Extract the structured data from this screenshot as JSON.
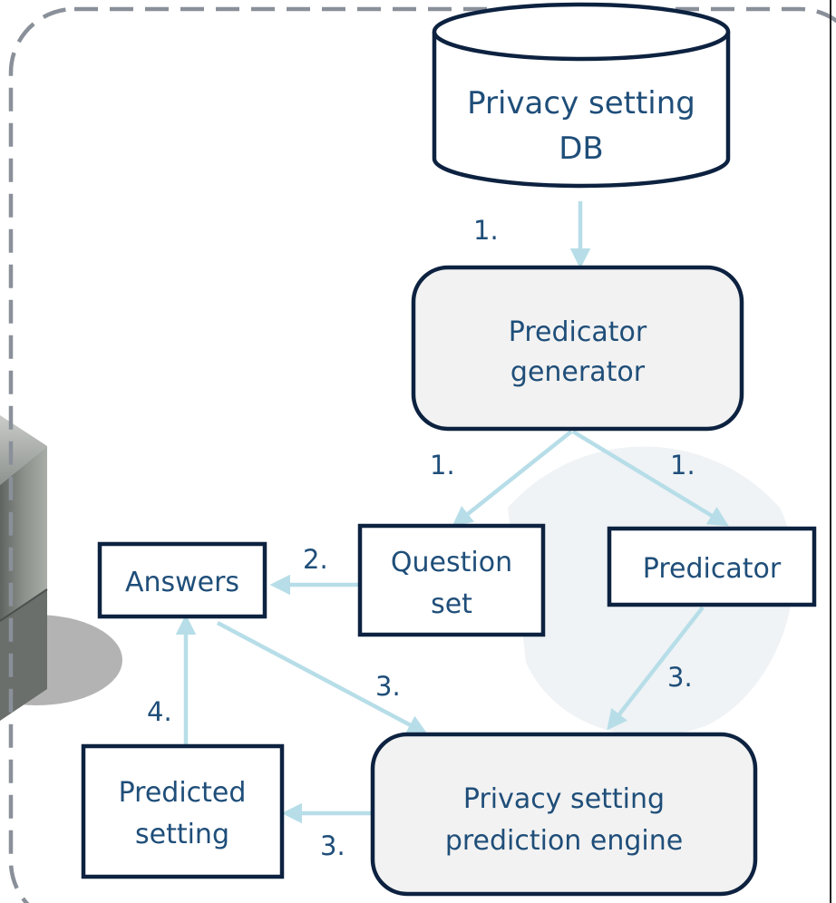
{
  "nodes": {
    "db": {
      "line1": "Privacy setting",
      "line2": "DB"
    },
    "generator": {
      "line1": "Predicator",
      "line2": "generator"
    },
    "question_set": {
      "line1": "Question",
      "line2": "set"
    },
    "predicator": {
      "label": "Predicator"
    },
    "answers": {
      "label": "Answers"
    },
    "engine": {
      "line1": "Privacy setting",
      "line2": "prediction engine"
    },
    "predicted": {
      "line1": "Predicted",
      "line2": "setting"
    }
  },
  "steps": {
    "db_to_generator": "1.",
    "generator_to_question": "1.",
    "generator_to_predicator": "1.",
    "question_to_answers": "2.",
    "answers_to_engine": "3.",
    "predicator_to_engine": "3.",
    "engine_to_predicted": "3.",
    "predicted_to_answers": "4."
  },
  "colors": {
    "node_stroke": "#0d2240",
    "rounded_fill": "#f2f2f2",
    "arrow": "#b7dee8",
    "text": "#1f4e79",
    "boundary": "#8a9099"
  }
}
